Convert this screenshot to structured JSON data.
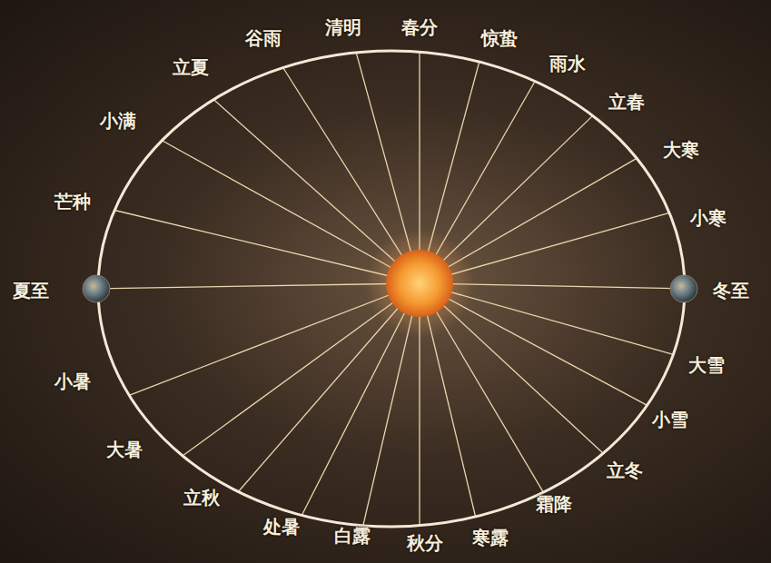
{
  "diagram": {
    "labels": [
      "谷雨",
      "清明",
      "春分",
      "惊蛰",
      "雨水",
      "立春",
      "大寒",
      "小寒",
      "冬至",
      "大雪",
      "小雪",
      "立冬",
      "霜降",
      "寒露",
      "秋分",
      "白露",
      "处暑",
      "立秋",
      "大暑",
      "小暑",
      "夏至",
      "芒种",
      "小满",
      "立夏"
    ]
  }
}
